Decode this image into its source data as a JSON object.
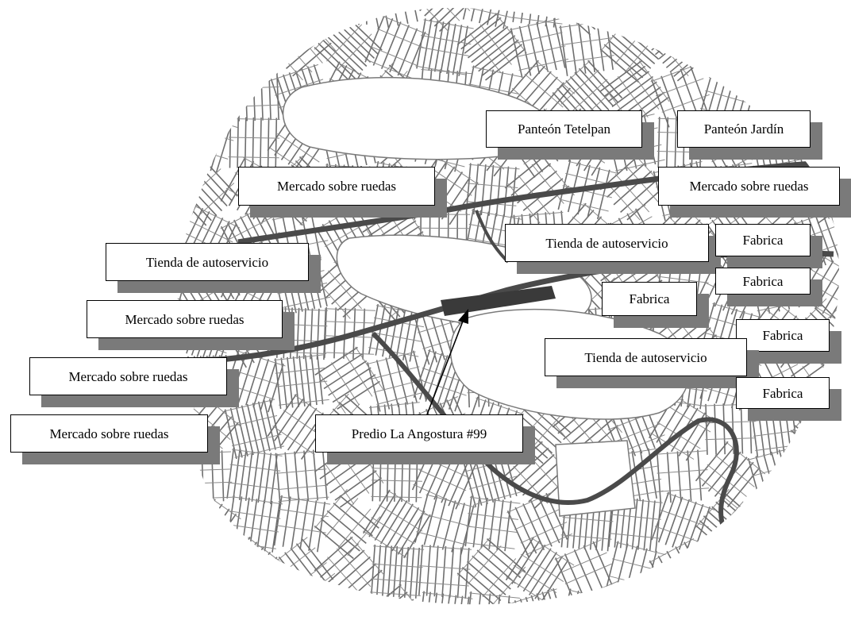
{
  "map": {
    "palette": {
      "background": "#ffffff",
      "streets": "#6e6e6e",
      "main_roads": "#4a4a4a",
      "site_fill": "#3a3a3a",
      "label_border": "#000000",
      "label_shadow": "#7a7a7a"
    },
    "labels": [
      {
        "id": "panteon-tetelpan",
        "text": "Panteón Tetelpan"
      },
      {
        "id": "panteon-jardin",
        "text": "Panteón Jardín"
      },
      {
        "id": "mercado-1",
        "text": "Mercado sobre ruedas"
      },
      {
        "id": "mercado-2",
        "text": "Mercado sobre ruedas"
      },
      {
        "id": "tienda-1",
        "text": "Tienda de autoservicio"
      },
      {
        "id": "tienda-2",
        "text": "Tienda de autoservicio"
      },
      {
        "id": "fabrica-1",
        "text": "Fabrica"
      },
      {
        "id": "fabrica-2",
        "text": "Fabrica"
      },
      {
        "id": "fabrica-3",
        "text": "Fabrica"
      },
      {
        "id": "mercado-3",
        "text": "Mercado sobre ruedas"
      },
      {
        "id": "fabrica-4",
        "text": "Fabrica"
      },
      {
        "id": "tienda-3",
        "text": "Tienda de autoservicio"
      },
      {
        "id": "mercado-4",
        "text": "Mercado sobre ruedas"
      },
      {
        "id": "fabrica-5",
        "text": "Fabrica"
      },
      {
        "id": "mercado-5",
        "text": "Mercado sobre ruedas"
      },
      {
        "id": "predio",
        "text": "Predio La Angostura #99"
      }
    ]
  }
}
